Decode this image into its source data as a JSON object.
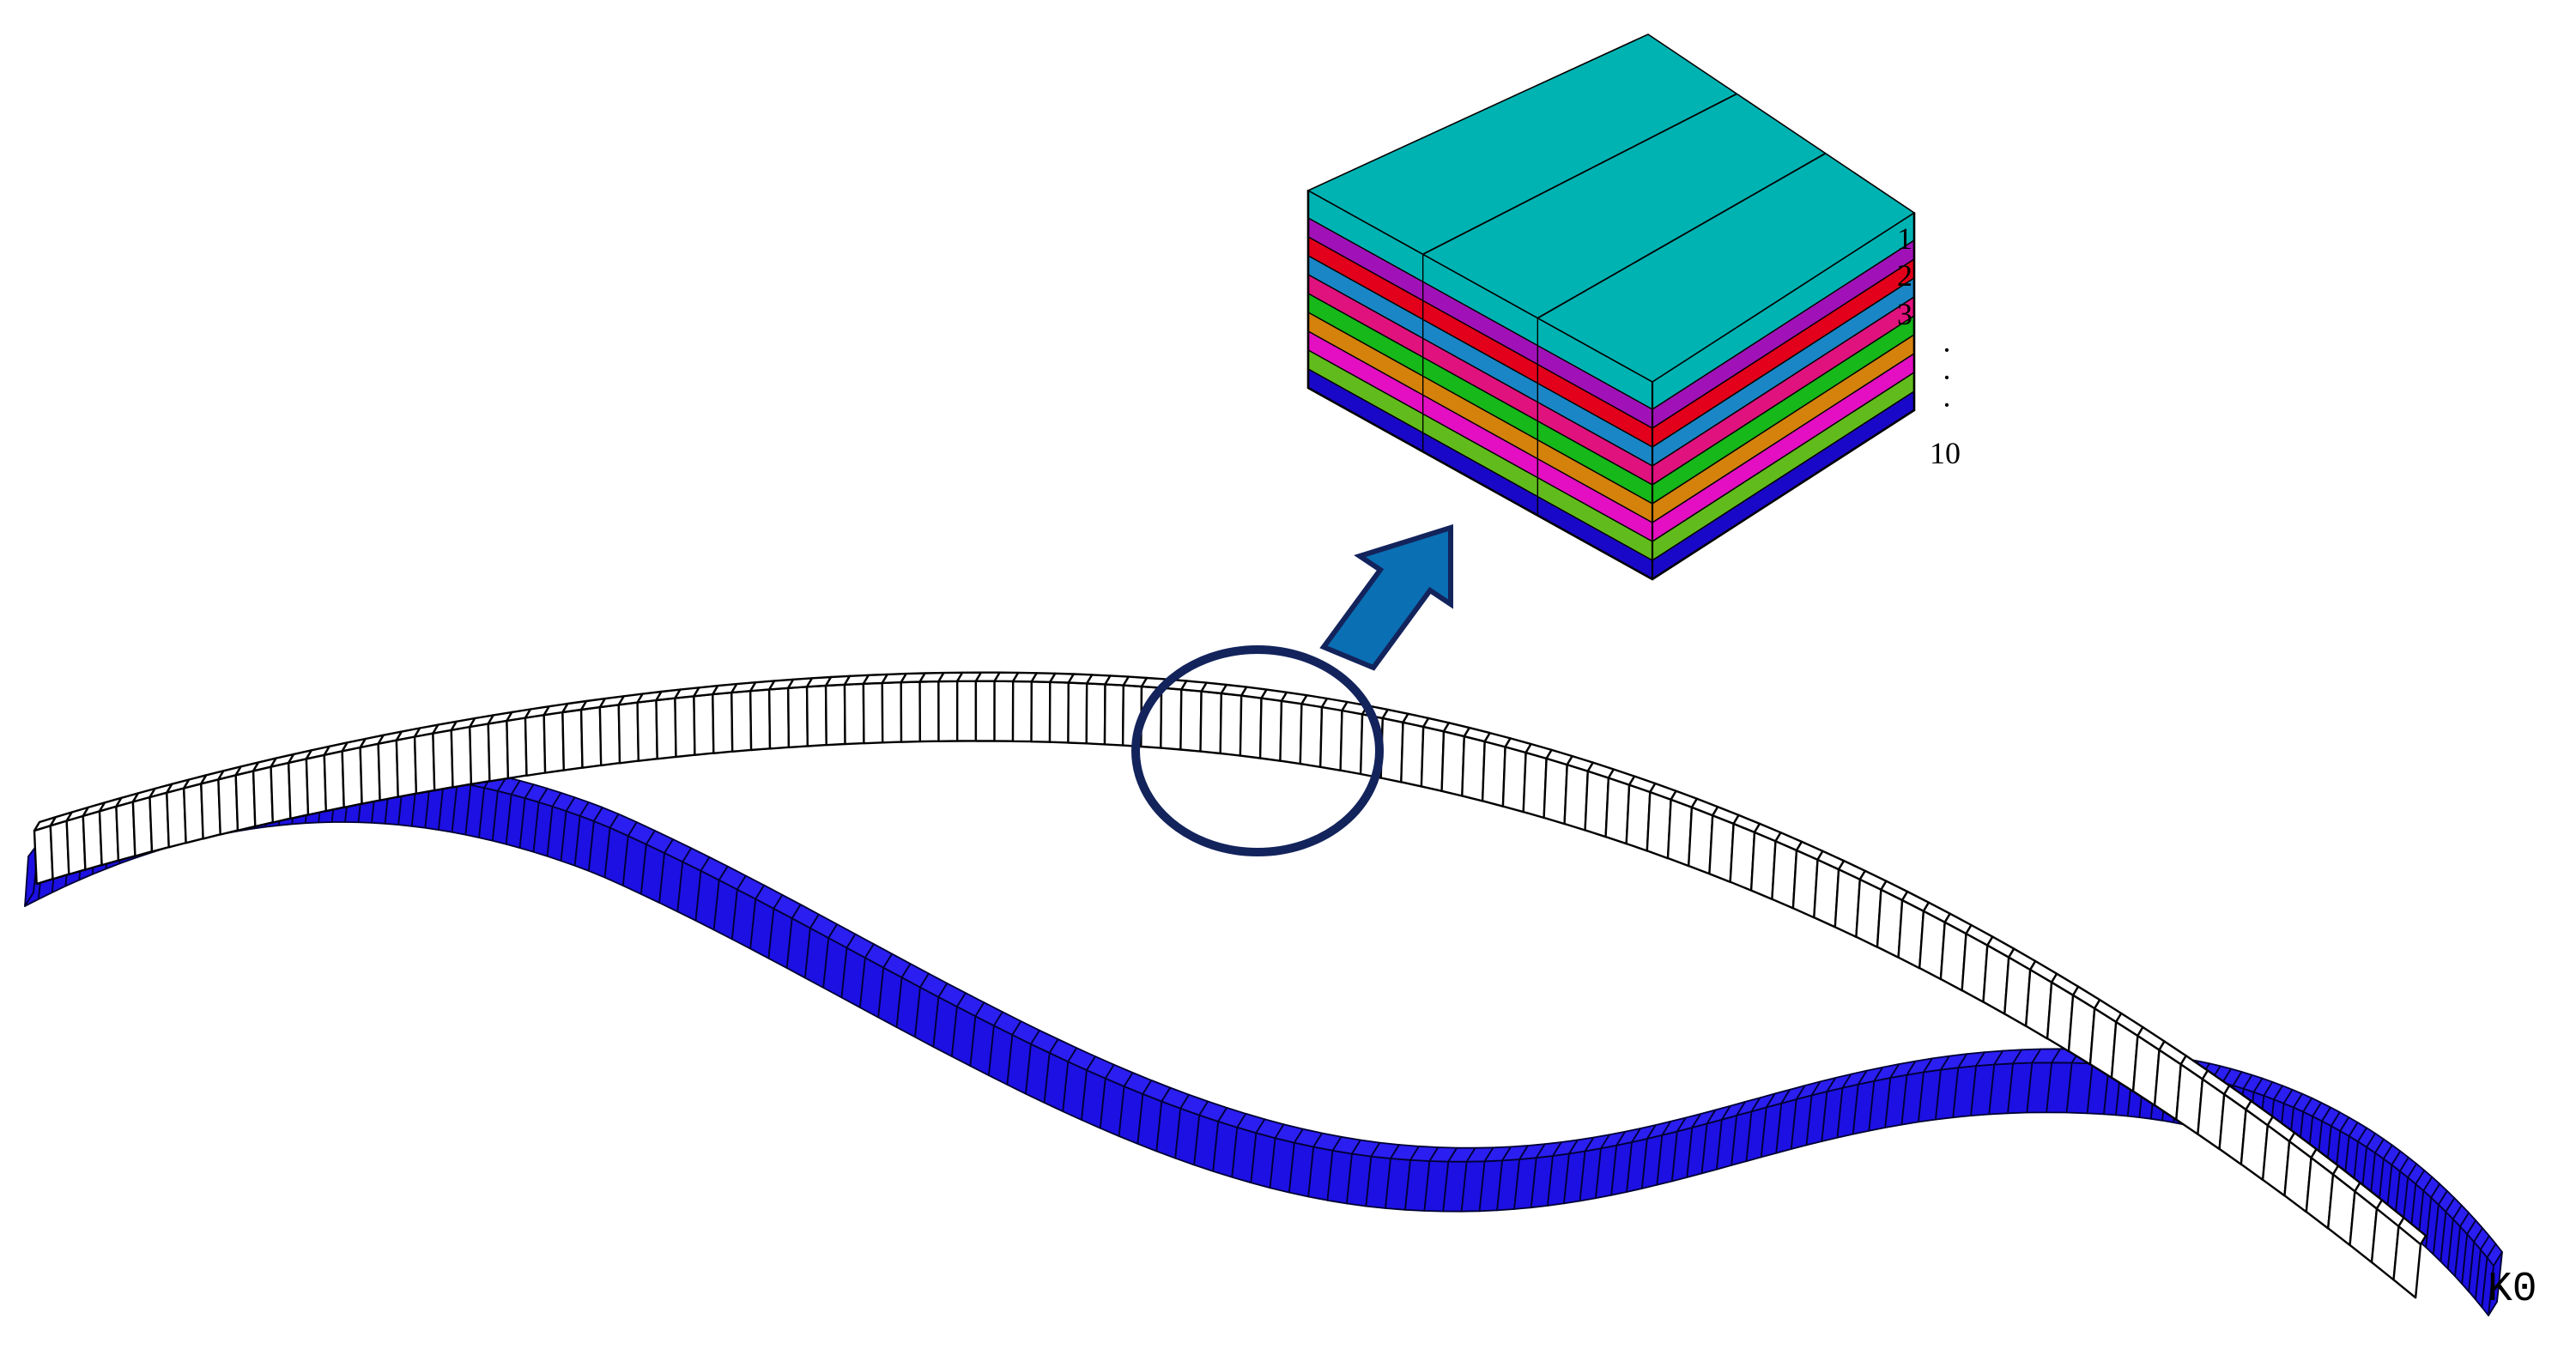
{
  "figure": {
    "layer_labels": [
      "1",
      "2",
      "3",
      "·",
      "·",
      "·",
      "10"
    ],
    "node_label": "K0"
  },
  "colors": {
    "top": "#00b3b3",
    "deformed_beam": "#1c10e3",
    "deformed_beam_top": "#2a1ef0",
    "undeformed_beam": "#ffffff",
    "highlight_ring": "#13235b",
    "arrow_fill": "#0a6fb3",
    "arrow_stroke": "#13235b",
    "layers": [
      "#a012b8",
      "#e2001a",
      "#1a86c6",
      "#e0127e",
      "#16b81a",
      "#d4820c",
      "#e40ec2",
      "#62bb1c",
      "#1a08c8"
    ]
  },
  "icons": {
    "callout": "arrow-icon",
    "highlight": "ring-icon"
  }
}
